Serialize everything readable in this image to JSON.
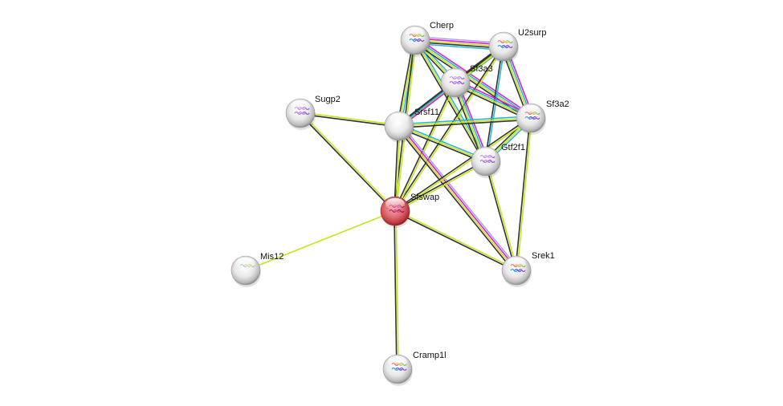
{
  "title": "Protein interaction network",
  "colors": {
    "textmining": "#c7e41c",
    "coexpression": "#333333",
    "database": "#29b6d6",
    "experiments": "#d81fd8",
    "homology": "#a9a2ff",
    "query_node": "#d9525a",
    "node": "#e6e6e6"
  },
  "nodes": [
    {
      "id": "Cherp",
      "label": "Cherp",
      "query": false,
      "structure": "multicolor"
    },
    {
      "id": "U2surp",
      "label": "U2surp",
      "query": false,
      "structure": "multicolor"
    },
    {
      "id": "Sf3a3",
      "label": "Sf3a3",
      "query": false,
      "structure": "purple"
    },
    {
      "id": "Sugp2",
      "label": "Sugp2",
      "query": false,
      "structure": "purple"
    },
    {
      "id": "Srsf11",
      "label": "Srsf11",
      "query": false,
      "structure": "none"
    },
    {
      "id": "Sf3a2",
      "label": "Sf3a2",
      "query": false,
      "structure": "multicolor"
    },
    {
      "id": "Gtf2f1",
      "label": "Gtf2f1",
      "query": false,
      "structure": "purple"
    },
    {
      "id": "Sfswap",
      "label": "Sfswap",
      "query": true,
      "structure": "magenta"
    },
    {
      "id": "Mis12",
      "label": "Mis12",
      "query": false,
      "structure": "thin"
    },
    {
      "id": "Srek1",
      "label": "Srek1",
      "query": false,
      "structure": "multicolor"
    },
    {
      "id": "Cramp1l",
      "label": "Cramp1l",
      "query": false,
      "structure": "multicolor"
    }
  ],
  "edges": [
    {
      "a": "Cherp",
      "b": "U2surp",
      "types": [
        "homology",
        "experiments",
        "textmining",
        "coexpression",
        "database"
      ]
    },
    {
      "a": "Cherp",
      "b": "Sf3a3",
      "types": [
        "database",
        "textmining",
        "coexpression"
      ]
    },
    {
      "a": "Cherp",
      "b": "Srsf11",
      "types": [
        "database",
        "textmining",
        "coexpression"
      ]
    },
    {
      "a": "Cherp",
      "b": "Sf3a2",
      "types": [
        "experiments",
        "database",
        "textmining",
        "coexpression"
      ]
    },
    {
      "a": "Cherp",
      "b": "Gtf2f1",
      "types": [
        "database",
        "textmining",
        "coexpression"
      ]
    },
    {
      "a": "Cherp",
      "b": "Sfswap",
      "types": [
        "textmining",
        "coexpression"
      ]
    },
    {
      "a": "U2surp",
      "b": "Sf3a3",
      "types": [
        "database",
        "textmining",
        "coexpression"
      ]
    },
    {
      "a": "U2surp",
      "b": "Sf3a2",
      "types": [
        "experiments",
        "database",
        "textmining",
        "coexpression"
      ]
    },
    {
      "a": "U2surp",
      "b": "Gtf2f1",
      "types": [
        "database",
        "coexpression"
      ]
    },
    {
      "a": "U2surp",
      "b": "Srsf11",
      "types": [
        "textmining",
        "coexpression"
      ]
    },
    {
      "a": "U2surp",
      "b": "Sfswap",
      "types": [
        "textmining",
        "coexpression"
      ]
    },
    {
      "a": "Sf3a3",
      "b": "Sf3a2",
      "types": [
        "experiments",
        "database",
        "textmining",
        "coexpression"
      ]
    },
    {
      "a": "Sf3a3",
      "b": "Srsf11",
      "types": [
        "experiments",
        "database",
        "coexpression"
      ]
    },
    {
      "a": "Sf3a3",
      "b": "Gtf2f1",
      "types": [
        "experiments",
        "database",
        "textmining",
        "coexpression"
      ]
    },
    {
      "a": "Sf3a3",
      "b": "Sfswap",
      "types": [
        "textmining",
        "coexpression"
      ]
    },
    {
      "a": "Sugp2",
      "b": "Srsf11",
      "types": [
        "textmining",
        "coexpression"
      ]
    },
    {
      "a": "Sugp2",
      "b": "Sfswap",
      "types": [
        "textmining",
        "coexpression"
      ]
    },
    {
      "a": "Srsf11",
      "b": "Sf3a2",
      "types": [
        "database",
        "textmining",
        "coexpression"
      ]
    },
    {
      "a": "Srsf11",
      "b": "Gtf2f1",
      "types": [
        "database",
        "textmining",
        "coexpression"
      ]
    },
    {
      "a": "Srsf11",
      "b": "Sfswap",
      "types": [
        "textmining",
        "coexpression"
      ]
    },
    {
      "a": "Srsf11",
      "b": "Srek1",
      "types": [
        "homology",
        "experiments",
        "textmining",
        "coexpression"
      ]
    },
    {
      "a": "Sf3a2",
      "b": "Gtf2f1",
      "types": [
        "database",
        "textmining",
        "coexpression"
      ]
    },
    {
      "a": "Sf3a2",
      "b": "Srek1",
      "types": [
        "textmining",
        "coexpression"
      ]
    },
    {
      "a": "Sf3a2",
      "b": "Sfswap",
      "types": [
        "textmining",
        "coexpression"
      ]
    },
    {
      "a": "Gtf2f1",
      "b": "Sfswap",
      "types": [
        "textmining",
        "coexpression"
      ]
    },
    {
      "a": "Gtf2f1",
      "b": "Srek1",
      "types": [
        "textmining",
        "coexpression"
      ]
    },
    {
      "a": "Sfswap",
      "b": "Srek1",
      "types": [
        "textmining",
        "coexpression"
      ]
    },
    {
      "a": "Sfswap",
      "b": "Mis12",
      "types": [
        "textmining"
      ]
    },
    {
      "a": "Sfswap",
      "b": "Cramp1l",
      "types": [
        "textmining",
        "coexpression"
      ]
    }
  ]
}
